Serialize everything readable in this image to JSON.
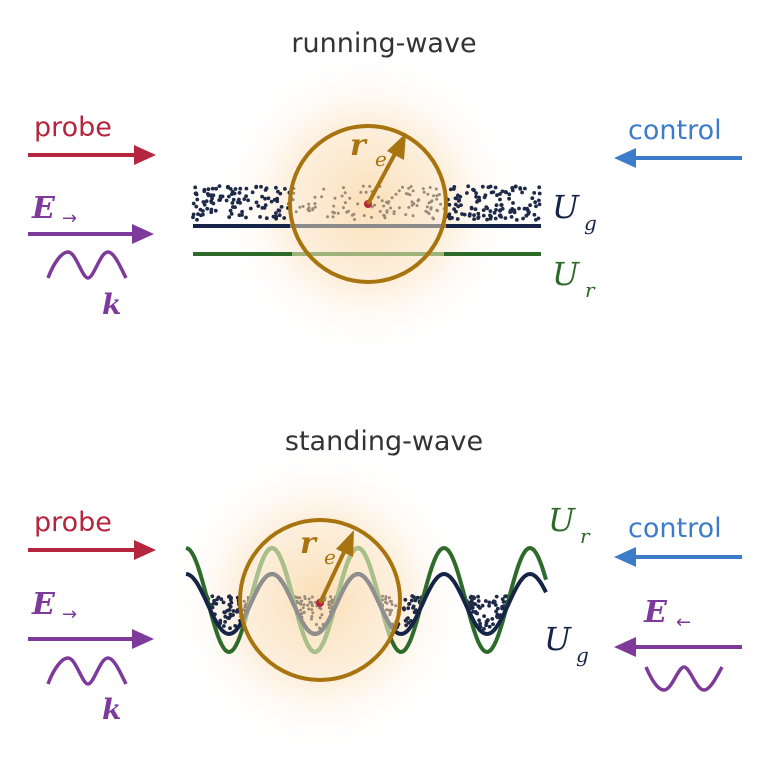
{
  "panels": {
    "running": {
      "title": "running-wave",
      "probe_label": "probe",
      "control_label": "control",
      "field_E": "E",
      "field_sub": "→",
      "wavevector": "k",
      "radius_r": "r",
      "radius_sub": "e",
      "potential_ground": "U",
      "potential_ground_sub": "g",
      "potential_rydberg": "U",
      "potential_rydberg_sub": "r"
    },
    "standing": {
      "title": "standing-wave",
      "probe_label": "probe",
      "control_label": "control",
      "field_E_forward": "E",
      "field_forward_sub": "→",
      "field_E_backward": "E",
      "field_backward_sub": "←",
      "wavevector": "k",
      "radius_r": "r",
      "radius_sub": "e",
      "potential_ground": "U",
      "potential_ground_sub": "g",
      "potential_rydberg": "U",
      "potential_rydberg_sub": "r"
    }
  },
  "colors": {
    "probe": "#b5263e",
    "control": "#3d7cc9",
    "field": "#7d3a9a",
    "ground": "#152447",
    "rydberg": "#2e6a2a",
    "blockade": "#a87410",
    "glow": "#f7c98a",
    "dots": "#7a6a5c"
  }
}
